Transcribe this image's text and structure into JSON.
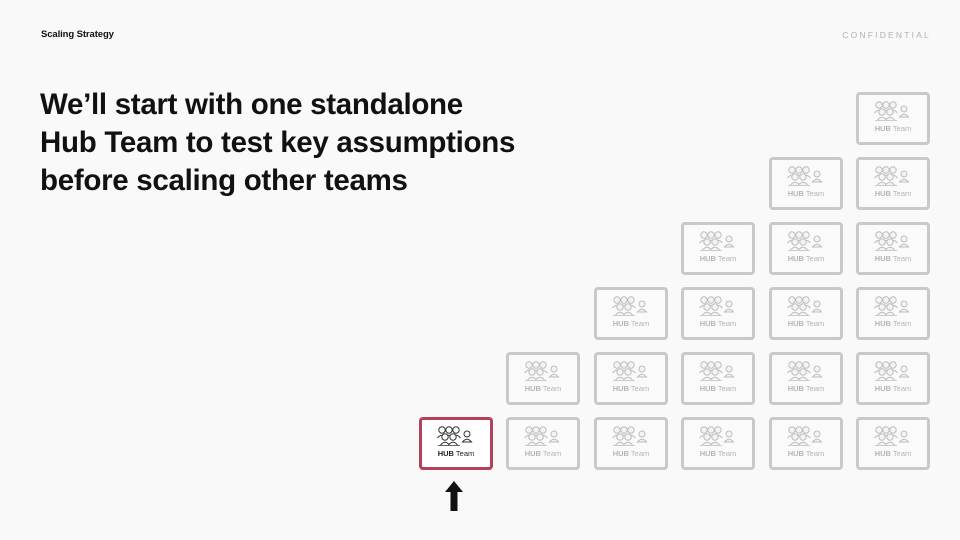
{
  "header": {
    "section_title": "Scaling Strategy",
    "classification": "CONFIDENTIAL"
  },
  "headline": {
    "lines": [
      "We’ll start with one standalone",
      "Hub Team to test key assumptions",
      "before scaling other teams"
    ]
  },
  "tiles": {
    "label_strong": "HUB",
    "label_rest": " Team",
    "icon": "team-people-icon",
    "columns": 6,
    "rows": 6,
    "counts_per_column": [
      1,
      2,
      3,
      4,
      5,
      6
    ],
    "active_tile": {
      "column": 1,
      "row": 1
    },
    "highlight_color": "#b5405a",
    "inactive_color": "#c9c9c9"
  },
  "arrow": {
    "icon": "up-arrow-icon",
    "color": "#111111"
  }
}
